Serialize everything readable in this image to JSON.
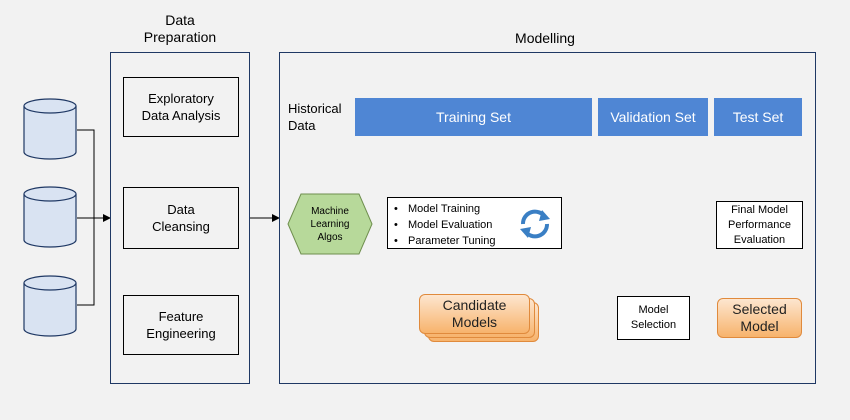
{
  "sections": {
    "data_preparation_title": "Data\nPreparation",
    "modelling_title": "Modelling"
  },
  "data_preparation": {
    "steps": [
      "Exploratory\nData Analysis",
      "Data\nCleansing",
      "Feature\nEngineering"
    ]
  },
  "modelling": {
    "historical_data_label": "Historical\nData",
    "training_set": "Training Set",
    "validation_set": "Validation Set",
    "test_set": "Test Set",
    "ml_algos": "Machine\nLearning\nAlgos",
    "process_items": [
      "Model Training",
      "Model Evaluation",
      "Parameter Tuning"
    ],
    "final_eval": "Final Model\nPerformance\nEvaluation",
    "candidate_models": "Candidate\nModels",
    "model_selection": "Model\nSelection",
    "selected_model": "Selected\nModel"
  },
  "icons": {
    "database": "database-cylinder-icon",
    "refresh": "refresh-cycle-icon"
  },
  "colors": {
    "bar_blue": "#4f86d4",
    "ml_green": "#b7d99a",
    "orange_border": "#e08a3c",
    "panel_border": "#1f3864"
  }
}
